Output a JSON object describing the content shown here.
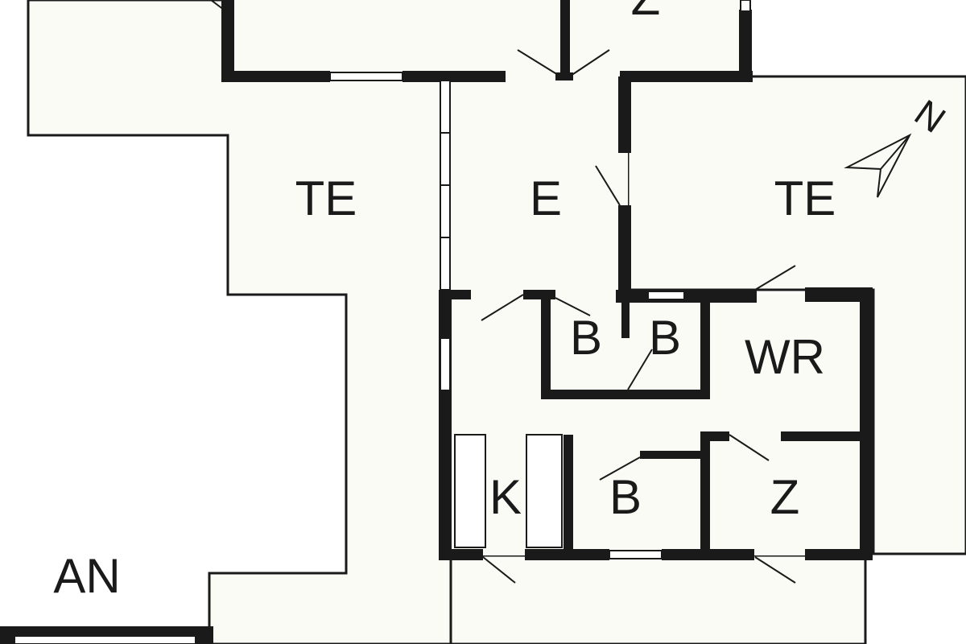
{
  "rooms": {
    "z_top": "Z",
    "te_left": "TE",
    "e": "E",
    "te_right": "TE",
    "b1": "B",
    "b2": "B",
    "wr": "WR",
    "k": "K",
    "b3": "B",
    "z_bottom": "Z",
    "an": "AN"
  },
  "compass": {
    "label": "N"
  },
  "colors": {
    "wall": "#1a1a1a",
    "floor": "#fbfbf5",
    "background": "#ffffff"
  }
}
